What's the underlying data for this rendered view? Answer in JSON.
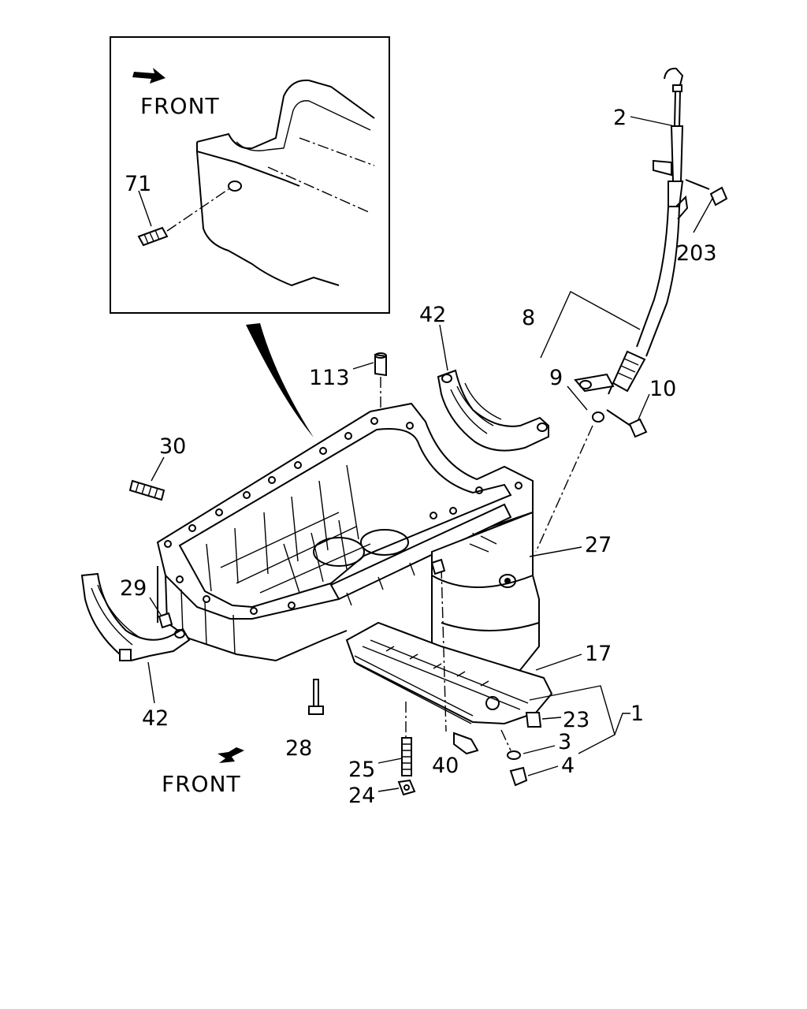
{
  "diagram": {
    "inset_front_label": "FRONT",
    "main_front_label": "FRONT",
    "callouts": {
      "c71": "71",
      "c2": "2",
      "c203": "203",
      "c8": "8",
      "c9": "9",
      "c10": "10",
      "c42_top": "42",
      "c113": "113",
      "c30": "30",
      "c27": "27",
      "c29": "29",
      "c17": "17",
      "c1": "1",
      "c23": "23",
      "c3": "3",
      "c4": "4",
      "c42_bottom": "42",
      "c28": "28",
      "c25": "25",
      "c40": "40",
      "c24": "24"
    }
  }
}
